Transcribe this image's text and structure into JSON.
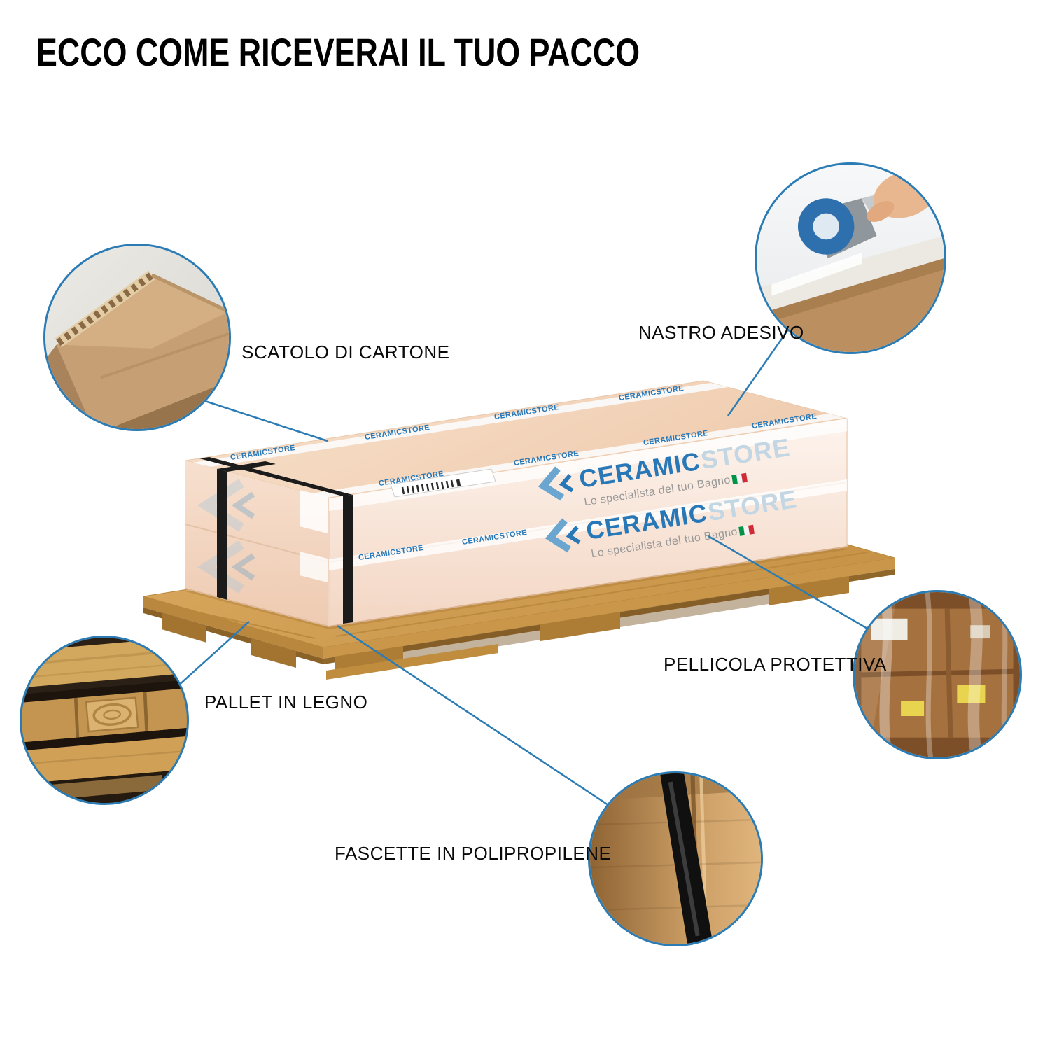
{
  "page": {
    "title": "ECCO COME RICEVERAI IL TUO PACCO"
  },
  "callouts": {
    "scatolo": {
      "label": "SCATOLO DI CARTONE"
    },
    "nastro": {
      "label": "NASTRO ADESIVO"
    },
    "pellicola": {
      "label": "PELLICOLA PROTETTIVA"
    },
    "pallet": {
      "label": "PALLET IN LEGNO"
    },
    "fascette": {
      "label": "FASCETTE IN POLIPROPILENE"
    }
  },
  "package": {
    "brand": {
      "name_primary": "CERAMIC",
      "name_secondary": "STORE",
      "tagline": "Lo specialista del tuo Bagno"
    },
    "tape_text": "CERAMICSTORE"
  },
  "icons": {
    "brand_chevron": "ceramicstore-chevron-icon",
    "italy_flag": "italy-flag-icon"
  },
  "colors": {
    "accent_blue": "#2b7cb4",
    "logo_blue": "#2878b8",
    "logo_light_blue": "#c2d6e4",
    "box_peach": "#f3d6c3",
    "wood_tan": "#c9964a",
    "strap_black": "#1b1b1b",
    "tape_white": "#ffffff"
  }
}
